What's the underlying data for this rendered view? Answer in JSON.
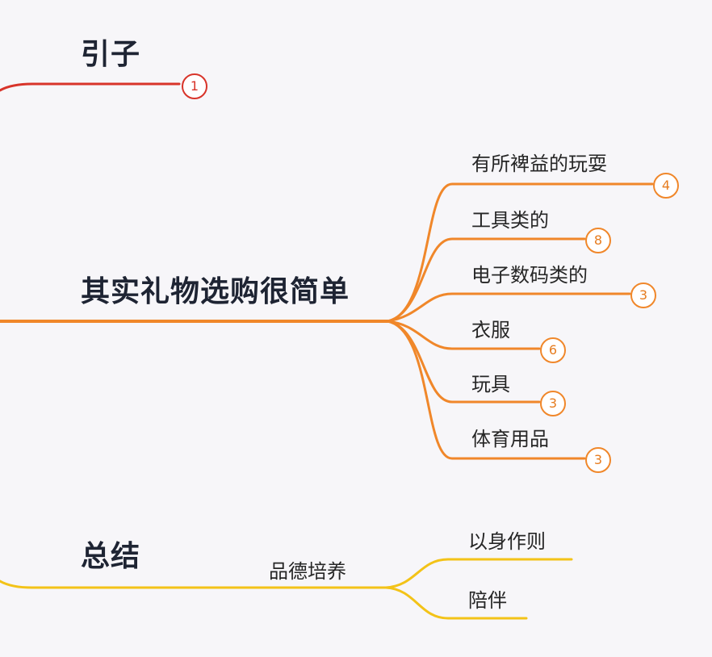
{
  "colors": {
    "red": "#d8342a",
    "orange": "#f0872a",
    "yellow": "#f3c318",
    "background": "#f7f6f9",
    "title_text": "#1e2433"
  },
  "branches": {
    "intro": {
      "title": "引子",
      "count": "1"
    },
    "gifts": {
      "title": "其实礼物选购很简单",
      "items": [
        {
          "label": "有所裨益的玩耍",
          "count": "4"
        },
        {
          "label": "工具类的",
          "count": "8"
        },
        {
          "label": "电子数码类的",
          "count": "3"
        },
        {
          "label": "衣服",
          "count": "6"
        },
        {
          "label": "玩具",
          "count": "3"
        },
        {
          "label": "体育用品",
          "count": "3"
        }
      ]
    },
    "summary": {
      "title": "总结",
      "sub_topic": "品德培养",
      "items": [
        {
          "label": "以身作则"
        },
        {
          "label": "陪伴"
        }
      ]
    }
  }
}
